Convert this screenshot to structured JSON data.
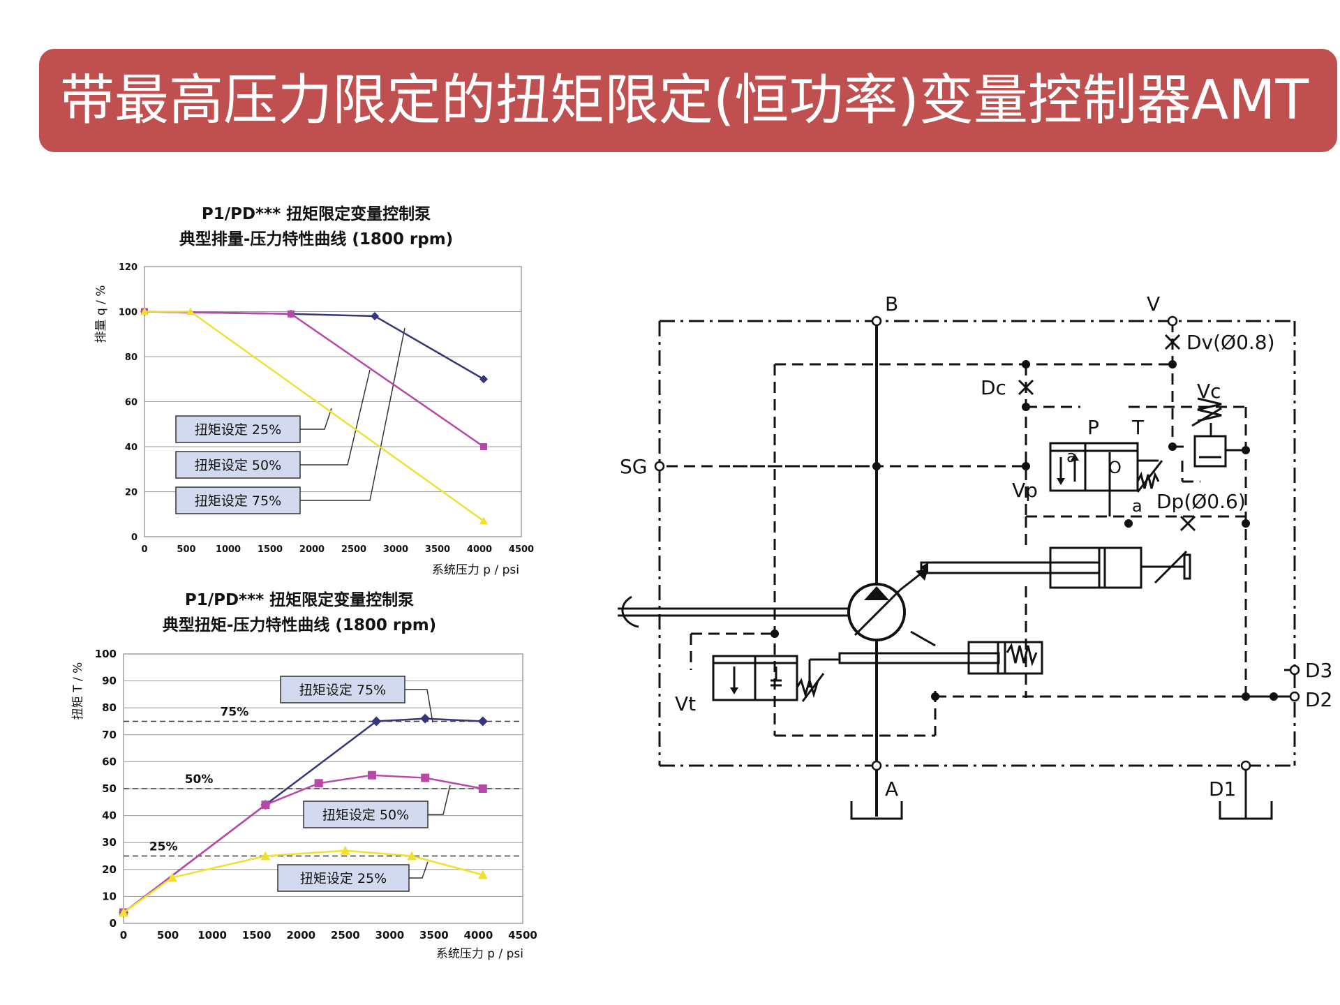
{
  "slide": {
    "title": "带最高压力限定的扭矩限定(恒功率)变量控制器AMT"
  },
  "chart_data": [
    {
      "type": "line",
      "title": "P1/PD***  扭矩限定变量控制泵",
      "subtitle": "典型排量-压力特性曲线  (1800 rpm)",
      "xlabel": "系统压力 p  /  psi",
      "ylabel": "排量 q  /  %",
      "xlim": [
        0,
        4500
      ],
      "ylim": [
        0,
        120
      ],
      "xticks": [
        0,
        500,
        1000,
        1500,
        2000,
        2500,
        3000,
        3500,
        4000,
        4500
      ],
      "yticks": [
        0,
        20,
        40,
        60,
        80,
        100,
        120
      ],
      "grid": true,
      "series": [
        {
          "color": "#35357a",
          "marker": "diamond",
          "x": [
            0,
            1750,
            2750,
            4050
          ],
          "y": [
            100,
            99,
            98,
            70
          ]
        },
        {
          "color": "#b848a8",
          "marker": "square",
          "x": [
            0,
            1750,
            4050
          ],
          "y": [
            100,
            99,
            40
          ]
        },
        {
          "color": "#f0e030",
          "marker": "triangle",
          "x": [
            0,
            550,
            4050
          ],
          "y": [
            100,
            100,
            7
          ]
        }
      ],
      "annotations": [
        {
          "text": "扭矩设定 25%"
        },
        {
          "text": "扭矩设定 50%"
        },
        {
          "text": "扭矩设定 75%"
        }
      ]
    },
    {
      "type": "line",
      "title": "P1/PD***  扭矩限定变量控制泵",
      "subtitle": "典型扭矩-压力特性曲线  (1800 rpm)",
      "xlabel": "系统压力 p  /  psi",
      "ylabel": "扭矩 T  /  %",
      "xlim": [
        0,
        4500
      ],
      "ylim": [
        0,
        100
      ],
      "xticks": [
        0,
        500,
        1000,
        1500,
        2000,
        2500,
        3000,
        3500,
        4000,
        4500
      ],
      "yticks": [
        0,
        10,
        20,
        30,
        40,
        50,
        60,
        70,
        80,
        90,
        100
      ],
      "grid": true,
      "reference_lines": [
        {
          "value": 75,
          "label": "75%"
        },
        {
          "value": 50,
          "label": "50%"
        },
        {
          "value": 25,
          "label": "25%"
        }
      ],
      "series": [
        {
          "color": "#35357a",
          "marker": "diamond",
          "x": [
            0,
            1600,
            2850,
            3400,
            4050
          ],
          "y": [
            4,
            44,
            75,
            76,
            75
          ]
        },
        {
          "color": "#b848a8",
          "marker": "square",
          "x": [
            0,
            1600,
            2200,
            2800,
            3400,
            4050
          ],
          "y": [
            4,
            44,
            52,
            55,
            54,
            50
          ]
        },
        {
          "color": "#f0e030",
          "marker": "triangle",
          "x": [
            0,
            550,
            1600,
            2500,
            3250,
            4050
          ],
          "y": [
            4,
            17,
            25,
            27,
            25,
            18
          ]
        }
      ],
      "annotations": [
        {
          "text": "扭矩设定 75%"
        },
        {
          "text": "扭矩设定 50%"
        },
        {
          "text": "扭矩设定 25%"
        }
      ]
    }
  ],
  "diagram": {
    "labels": {
      "B": "B",
      "V": "V",
      "Dv": "Dv(Ø0.8)",
      "Dc": "Dc",
      "Vc": "Vc",
      "P": "P",
      "T": "T",
      "a_left": "a",
      "O": "O",
      "SG": "SG",
      "Vp": "Vp",
      "a_lower": "a",
      "Dp": "Dp(Ø0.6)",
      "Vt": "Vt",
      "D3": "D3",
      "D2": "D2",
      "A": "A",
      "D1": "D1"
    }
  }
}
